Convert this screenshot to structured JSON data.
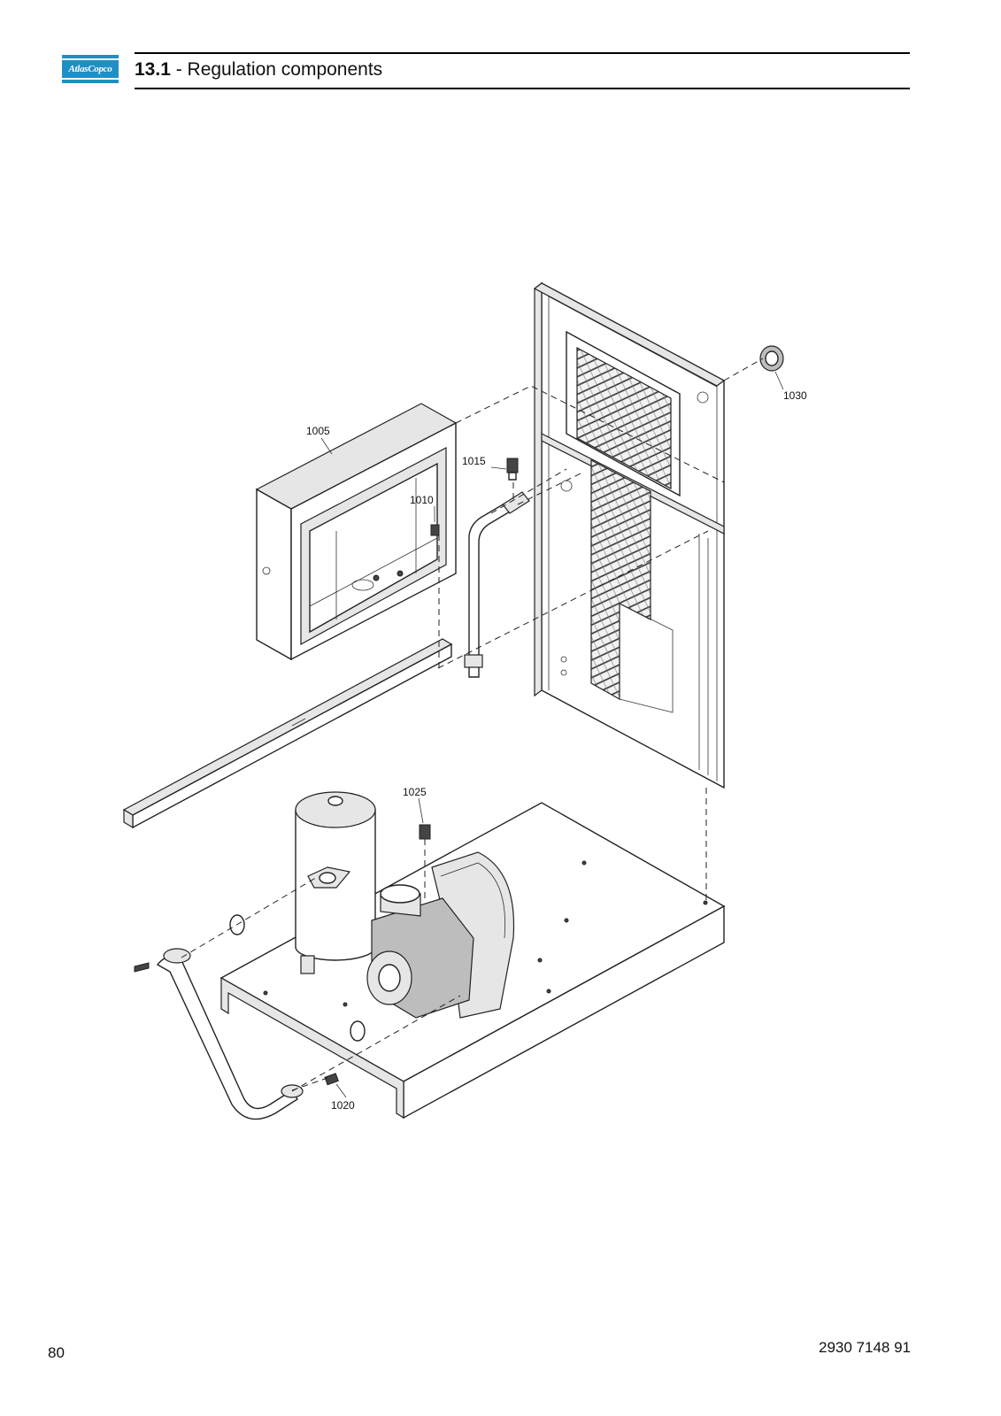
{
  "header": {
    "logo_text": "AtlasCopco",
    "section_number": "13.1",
    "section_title": " - Regulation components"
  },
  "callouts": {
    "c1005": "1005",
    "c1010": "1010",
    "c1015": "1015",
    "c1020": "1020",
    "c1025": "1025",
    "c1030": "1030"
  },
  "footer": {
    "page_number": "80",
    "document_number": "2930 7148 91"
  },
  "colors": {
    "brand": "#1f8fc4"
  }
}
